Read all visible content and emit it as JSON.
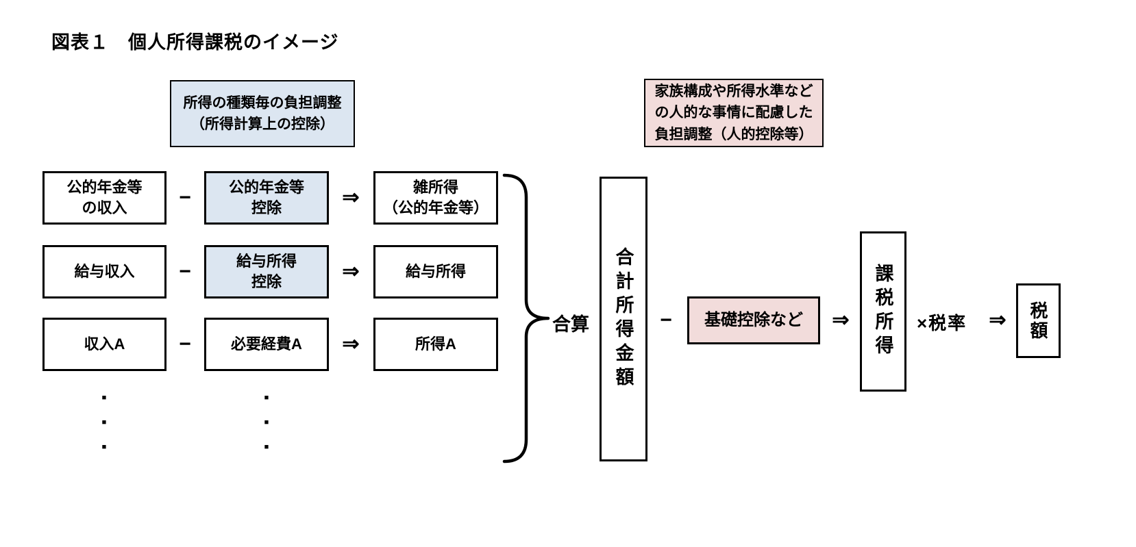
{
  "title": "図表１　個人所得課税のイメージ",
  "colors": {
    "highlight_blue": "#dce6f1",
    "highlight_pink": "#f2dcdb",
    "line": "#000000"
  },
  "annotations": {
    "schedular": "所得の種類毎の負担調整\n（所得計算上の控除）",
    "personal": "家族構成や所得水準など\nの人的な事情に配慮した\n負担調整（人的控除等）"
  },
  "rows": [
    {
      "income": "公的年金等\nの収入",
      "deduction": "公的年金等\n控除",
      "result": "雑所得\n（公的年金等）"
    },
    {
      "income": "給与収入",
      "deduction": "給与所得\n控除",
      "result": "給与所得"
    },
    {
      "income": "収入A",
      "deduction": "必要経費A",
      "result": "所得A"
    }
  ],
  "operators": {
    "minus": "−",
    "arrow": "⇒"
  },
  "flow": {
    "sum_label": "合算",
    "total_income": "合計所得金額",
    "basic_deduction": "基礎控除など",
    "taxable_income": "課税所得",
    "multiply_rate": "×税率",
    "tax_amount": "税額"
  },
  "ellipsis_dot": "■"
}
